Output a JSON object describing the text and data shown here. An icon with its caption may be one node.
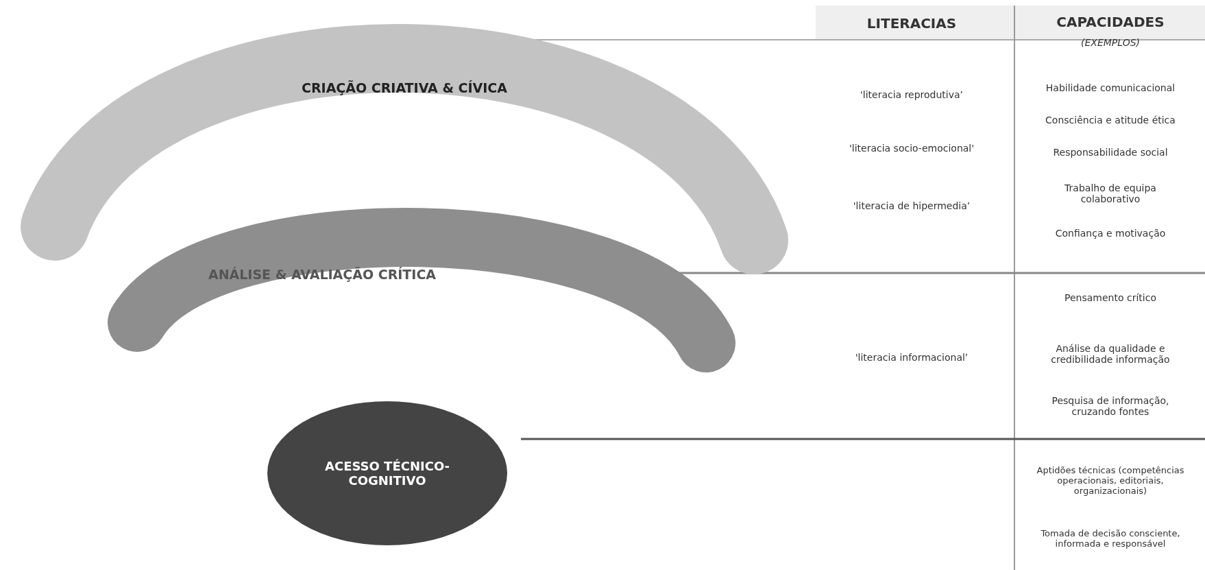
{
  "diagram": {
    "nodes": [
      {
        "text": [
          "CRIAÇÃO CRIATIVA & CÍVICA"
        ]
      },
      {
        "text": [
          "ANÁLISE & AVALIAÇÃO CRÍTICA"
        ]
      },
      {
        "text": [
          "ACESSO TÉCNICO-COGNITIVO"
        ]
      }
    ],
    "labels": [
      "LITERACIAS",
      "CAPACIDADES",
      "(EXEMPLOS)",
      "'literacia reprodutiva’",
      "Habilidade comunicacional",
      "Consciência e atitude ética",
      "'literacia socio-emocional'",
      "Responsabilidade social",
      "'literacia de hipermedia’",
      "Trabalho de equipa colaborativo",
      "Confiança e motivação",
      "'literacia informacional’",
      "Pensamento crítico",
      "Análise da qualidade e credibilidade informação",
      "Pesquisa de informação, cruzando fontes",
      "Aptidões técnicas (competências operacionais, editoriais, organizacionais)",
      "Tomada de decisão consciente, informada e responsável"
    ]
  }
}
